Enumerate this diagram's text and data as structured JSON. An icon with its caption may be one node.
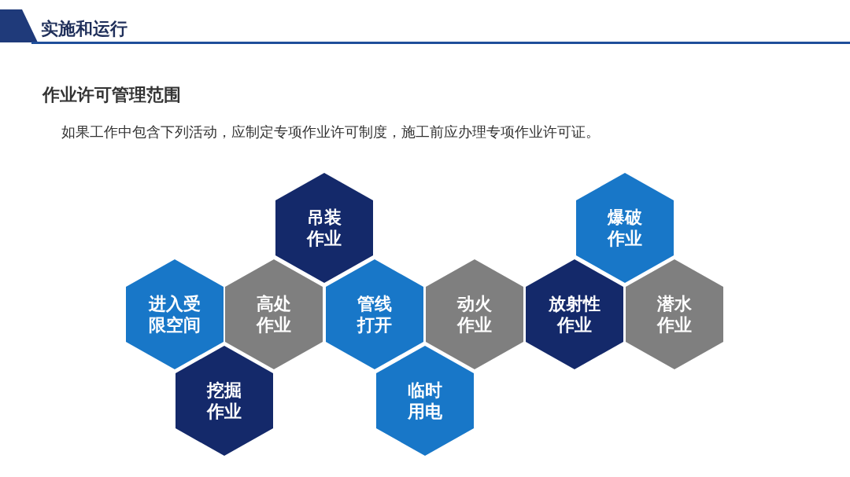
{
  "diagram": {
    "title": "实施和运行",
    "nodes": [
      {
        "text": [
          "吊装作业"
        ]
      },
      {
        "text": [
          "爆破作业"
        ]
      },
      {
        "text": [
          "进入受限空间"
        ]
      },
      {
        "text": [
          "高处作业"
        ]
      },
      {
        "text": [
          "管线打开"
        ]
      },
      {
        "text": [
          "动火作业"
        ]
      },
      {
        "text": [
          "放射性作业"
        ]
      },
      {
        "text": [
          "潜水作业"
        ]
      },
      {
        "text": [
          "挖掘作业"
        ]
      },
      {
        "text": [
          "临时用电"
        ]
      }
    ],
    "labels": [
      "作业许可管理范围",
      "如果工作中包含下列活动，应制定专项作业许可制度，施工前应办理专项作业许可证。"
    ]
  }
}
